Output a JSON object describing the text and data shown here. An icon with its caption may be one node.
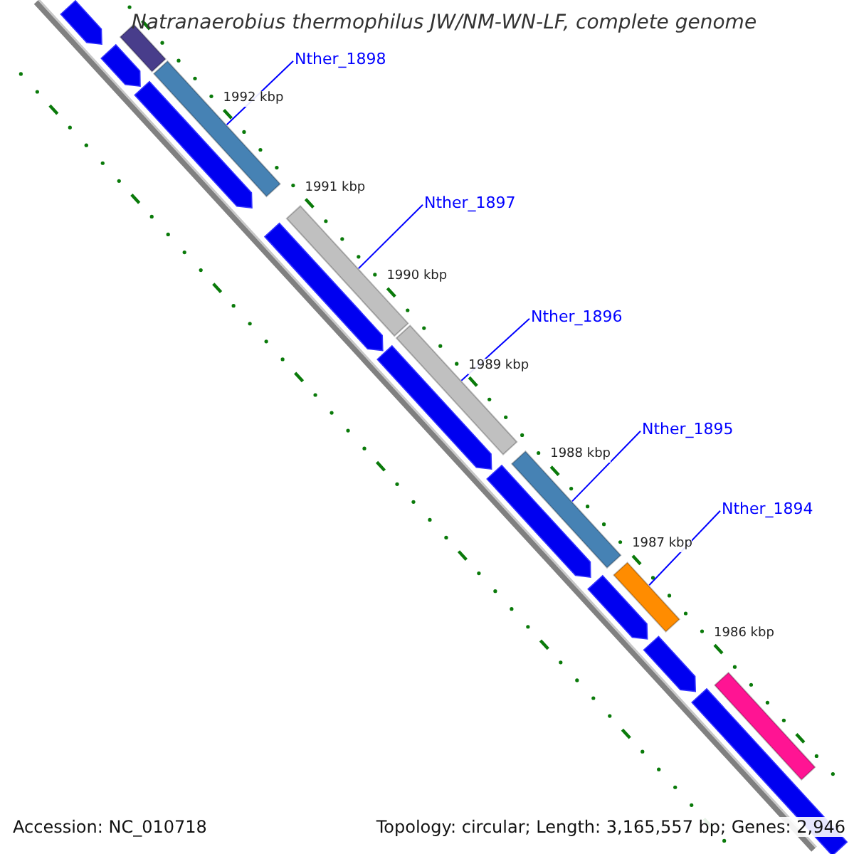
{
  "diagram": {
    "title": "Natranaerobius thermophilus JW/NM-WN-LF, complete genome",
    "nodes": [
      {
        "text": [],
        "shape": "bar"
      },
      {
        "text": [
          "Nther_1898"
        ]
      },
      {
        "text": [],
        "shape": "bar"
      },
      {
        "text": [
          "Nther_1897"
        ]
      },
      {
        "text": [],
        "shape": "bar"
      },
      {
        "text": [
          "Nther_1896"
        ]
      },
      {
        "text": [],
        "shape": "bar"
      },
      {
        "text": [
          "Nther_1895"
        ]
      },
      {
        "text": [],
        "shape": "bar"
      },
      {
        "text": [
          "Nther_1894"
        ]
      },
      {
        "text": [],
        "shape": "bar"
      },
      {
        "text": [],
        "shape": "bar"
      },
      {
        "text": [],
        "shape": "arrow"
      },
      {
        "text": [],
        "shape": "arrow"
      },
      {
        "text": [],
        "shape": "arrow"
      },
      {
        "text": [],
        "shape": "arrow"
      },
      {
        "text": [],
        "shape": "arrow"
      },
      {
        "text": [],
        "shape": "arrow"
      },
      {
        "text": [],
        "shape": "arrow"
      },
      {
        "text": [],
        "shape": "arrow"
      },
      {
        "text": [],
        "shape": "arrow"
      }
    ],
    "edges": [
      {
        "from": 1,
        "to": 2,
        "arrow": "none"
      },
      {
        "from": 3,
        "to": 4,
        "arrow": "none"
      },
      {
        "from": 5,
        "to": 6,
        "arrow": "none"
      },
      {
        "from": 7,
        "to": 8,
        "arrow": "none"
      },
      {
        "from": 9,
        "to": 10,
        "arrow": "none"
      }
    ],
    "labels": [
      "1992 kbp",
      "1991 kbp",
      "1990 kbp",
      "1989 kbp",
      "1988 kbp",
      "1987 kbp",
      "1986 kbp",
      "Accession: NC_010718",
      "Topology: circular; Length: 3,165,557 bp; Genes: 2,946"
    ]
  }
}
